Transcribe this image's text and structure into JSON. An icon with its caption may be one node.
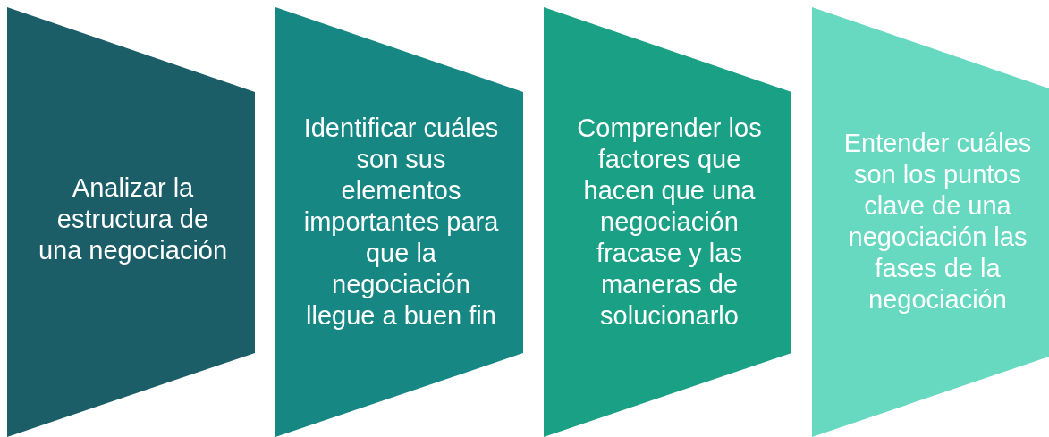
{
  "diagram": {
    "nodes": [
      {
        "text": [
          "Analizar la estructura de una negociación"
        ]
      },
      {
        "text": [
          "Identificar cuáles son sus elementos importantes para que la negociación llegue a buen fin"
        ]
      },
      {
        "text": [
          "Comprender los factores que hacen que una negociación fracase y las maneras de solucionarlo"
        ]
      },
      {
        "text": [
          "Entender cuáles son los puntos clave de una negociación las fases de la negociación"
        ]
      }
    ]
  }
}
